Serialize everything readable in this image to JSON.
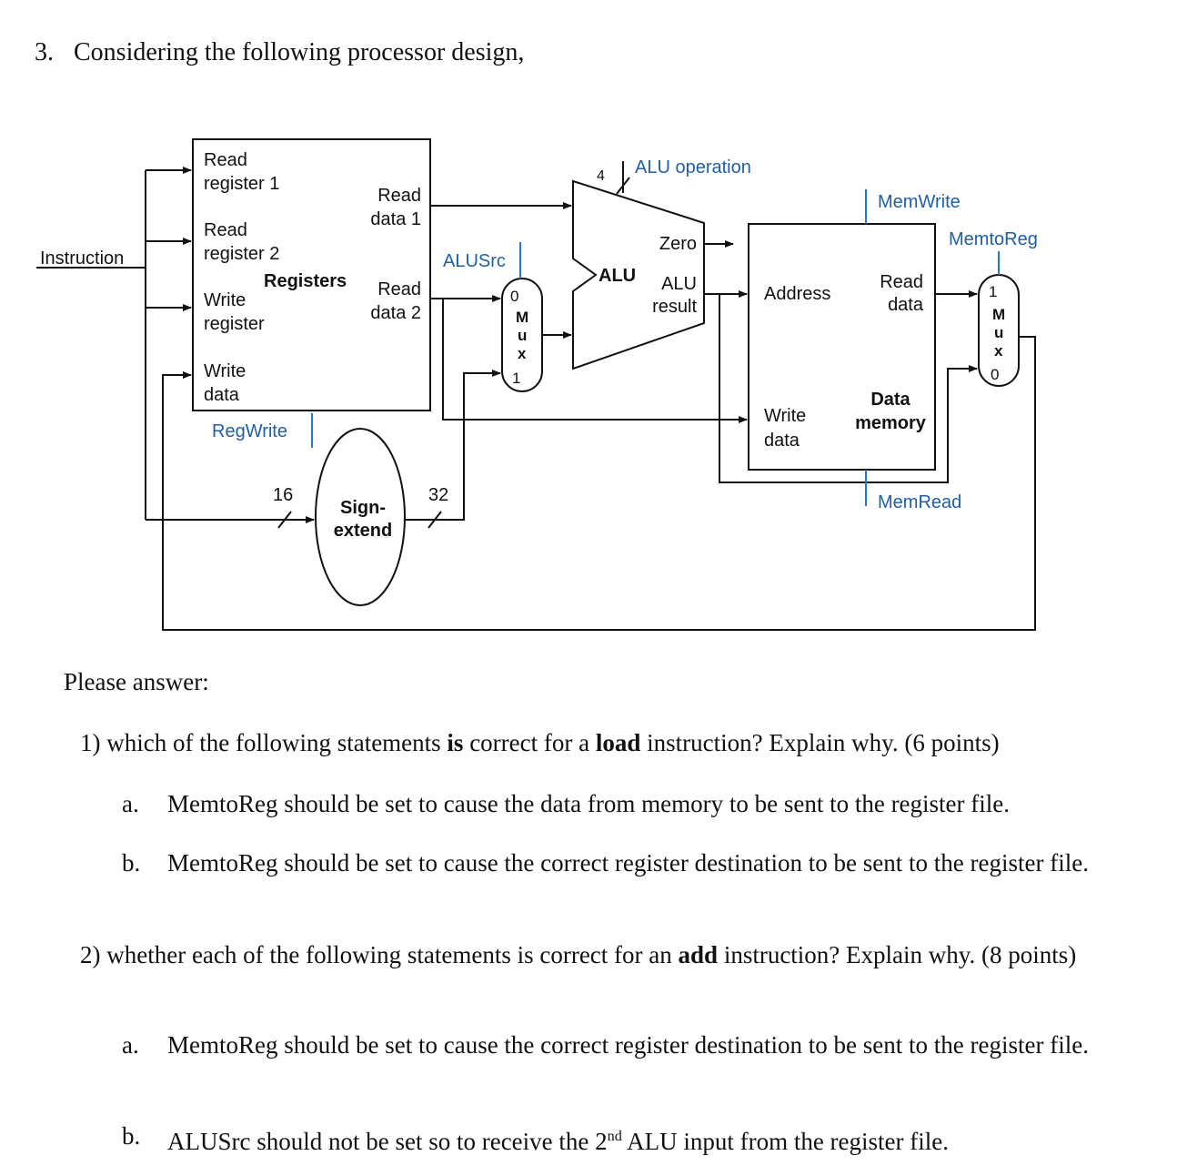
{
  "question": {
    "number": "3.",
    "intro": "Considering the following processor design,"
  },
  "diagram": {
    "instruction": "Instruction",
    "registers": {
      "read_register_1_a": "Read",
      "read_register_1_b": "register 1",
      "read_register_2_a": "Read",
      "read_register_2_b": "register 2",
      "write_register_a": "Write",
      "write_register_b": "register",
      "write_data_a": "Write",
      "write_data_b": "data",
      "title": "Registers",
      "read_data_1_a": "Read",
      "read_data_1_b": "data 1",
      "read_data_2_a": "Read",
      "read_data_2_b": "data 2"
    },
    "regwrite": "RegWrite",
    "sign_extend_a": "Sign-",
    "sign_extend_b": "extend",
    "bits_16": "16",
    "bits_32": "32",
    "alusrc": "ALUSrc",
    "mux1": {
      "top": "0",
      "m": "M",
      "u": "u",
      "x": "x",
      "bottom": "1"
    },
    "alu_operation": "ALU operation",
    "alu_op_bits": "4",
    "alu": "ALU",
    "zero": "Zero",
    "alu_result_a": "ALU",
    "alu_result_b": "result",
    "memwrite": "MemWrite",
    "memtoreg": "MemtoReg",
    "memread": "MemRead",
    "memory": {
      "address": "Address",
      "read_data_a": "Read",
      "read_data_b": "data",
      "write_data_a": "Write",
      "write_data_b": "data",
      "title_a": "Data",
      "title_b": "memory"
    },
    "mux2": {
      "top": "1",
      "m": "M",
      "u": "u",
      "x": "x",
      "bottom": "0"
    }
  },
  "prompt": "Please answer:",
  "q1": {
    "pre": "1) which of the following statements ",
    "bold1": "is",
    "mid": " correct for a ",
    "bold2": "load",
    "post": " instruction? Explain why. (6 points)",
    "a_letter": "a.",
    "a_text": "MemtoReg should be set to cause the data from memory to be sent to the register file.",
    "b_letter": "b.",
    "b_text": "MemtoReg should be set to cause the correct register destination to be sent to the register file."
  },
  "q2": {
    "pre": "2) whether each of the following statements is correct for an ",
    "bold": "add",
    "post": " instruction? Explain why. (8 points)",
    "a_letter": "a.",
    "a_text": "MemtoReg should be set to cause the correct register destination to be sent to the register file.",
    "b_letter": "b.",
    "b_pre": "ALUSrc should not be set so to receive the 2",
    "b_sup": "nd",
    "b_post": " ALU input from the register file."
  }
}
